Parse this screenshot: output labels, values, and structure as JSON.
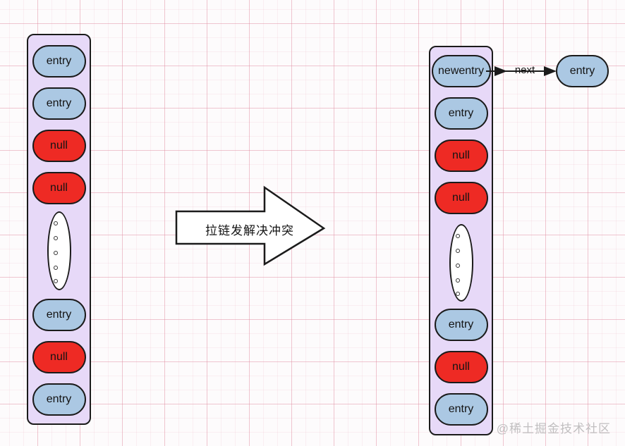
{
  "canvas": {
    "watermark": "@稀土掘金技术社区"
  },
  "transform_arrow": {
    "label": "拉链发解决冲突"
  },
  "left_bucket": {
    "nodes": [
      {
        "type": "entry",
        "label": "entry"
      },
      {
        "type": "entry",
        "label": "entry"
      },
      {
        "type": "null",
        "label": "null"
      },
      {
        "type": "null",
        "label": "null"
      },
      {
        "type": "ellipsis",
        "label": ""
      },
      {
        "type": "entry",
        "label": "entry"
      },
      {
        "type": "null",
        "label": "null"
      },
      {
        "type": "entry",
        "label": "entry"
      }
    ]
  },
  "right_bucket": {
    "nodes": [
      {
        "type": "entry",
        "label": "newentry"
      },
      {
        "type": "entry",
        "label": "entry"
      },
      {
        "type": "null",
        "label": "null"
      },
      {
        "type": "null",
        "label": "null"
      },
      {
        "type": "ellipsis",
        "label": ""
      },
      {
        "type": "entry",
        "label": "entry"
      },
      {
        "type": "null",
        "label": "null"
      },
      {
        "type": "entry",
        "label": "entry"
      }
    ]
  },
  "linked_node": {
    "label": "entry",
    "link_label": "next"
  },
  "colors": {
    "bucket_fill": "#e7d9f8",
    "entry_fill": "#abc8e3",
    "null_fill": "#ee2a24",
    "outline": "#1b1b1b",
    "grid_line": "#eec5cf",
    "watermark_text": "#c1bfc0"
  }
}
